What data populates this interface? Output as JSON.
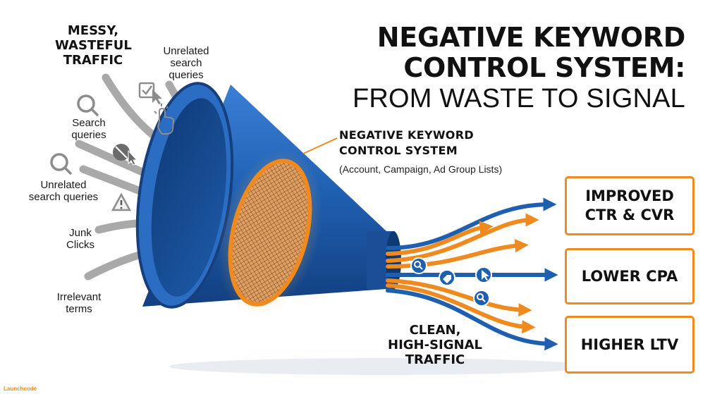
{
  "title": {
    "line1": "NEGATIVE KEYWORD",
    "line2": "CONTROL SYSTEM:",
    "line3": "FROM WASTE TO SIGNAL"
  },
  "input_heading": "MESSY,\nWASTEFUL\nTRAFFIC",
  "input_labels": [
    "Unrelated\nsearch\nqueries",
    "Search\nqueries",
    "Unrelated\nsearch queries",
    "Junk\nClicks",
    "Irrelevant\nterms"
  ],
  "filter": {
    "title_line1": "NEGATIVE KEYWORD",
    "title_line2": "CONTROL SYSTEM",
    "subtitle": "(Account, Campaign, Ad Group Lists)"
  },
  "output_heading": "CLEAN,\nHIGH-SIGNAL\nTRAFFIC",
  "outcomes": [
    "IMPROVED\nCTR & CVR",
    "LOWER CPA",
    "HIGHER LTV"
  ],
  "brand": "Launchcode",
  "colors": {
    "funnel_blue": "#1f5fb0",
    "accent_orange": "#f08a1e",
    "arrow_gray": "#a9a9a9",
    "text": "#111111"
  },
  "icons": [
    "search-icon",
    "checkbox-cursor-icon",
    "pointer-click-icon",
    "no-click-icon",
    "warning-icon",
    "tag-icon",
    "cursor-icon"
  ]
}
